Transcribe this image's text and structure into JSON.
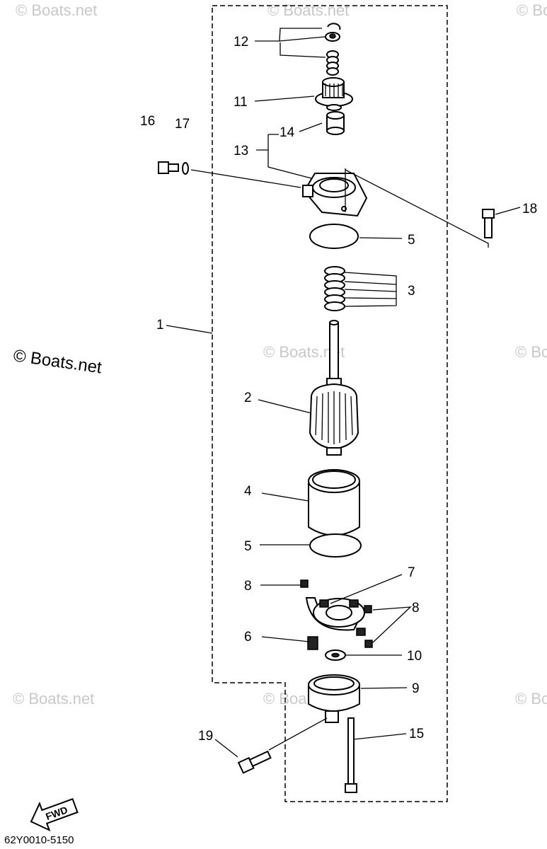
{
  "watermarks": [
    "© Boats.net",
    "© Boats.net",
    "© Boats.net",
    "© Boats.net",
    "© Boats.net",
    "© Boats.net",
    "© Boats.net",
    "© Boats.net"
  ],
  "watermark_main": "© Boats.net",
  "callouts": {
    "c1": "1",
    "c2": "2",
    "c3": "3",
    "c4": "4",
    "c5a": "5",
    "c5b": "5",
    "c6": "6",
    "c7": "7",
    "c8a": "8",
    "c8b": "8",
    "c9": "9",
    "c10": "10",
    "c11": "11",
    "c12": "12",
    "c13": "13",
    "c14": "14",
    "c15": "15",
    "c16": "16",
    "c17": "17",
    "c18": "18",
    "c19": "19"
  },
  "fwd_label": "FWD",
  "diagram_code": "62Y0010-5150"
}
